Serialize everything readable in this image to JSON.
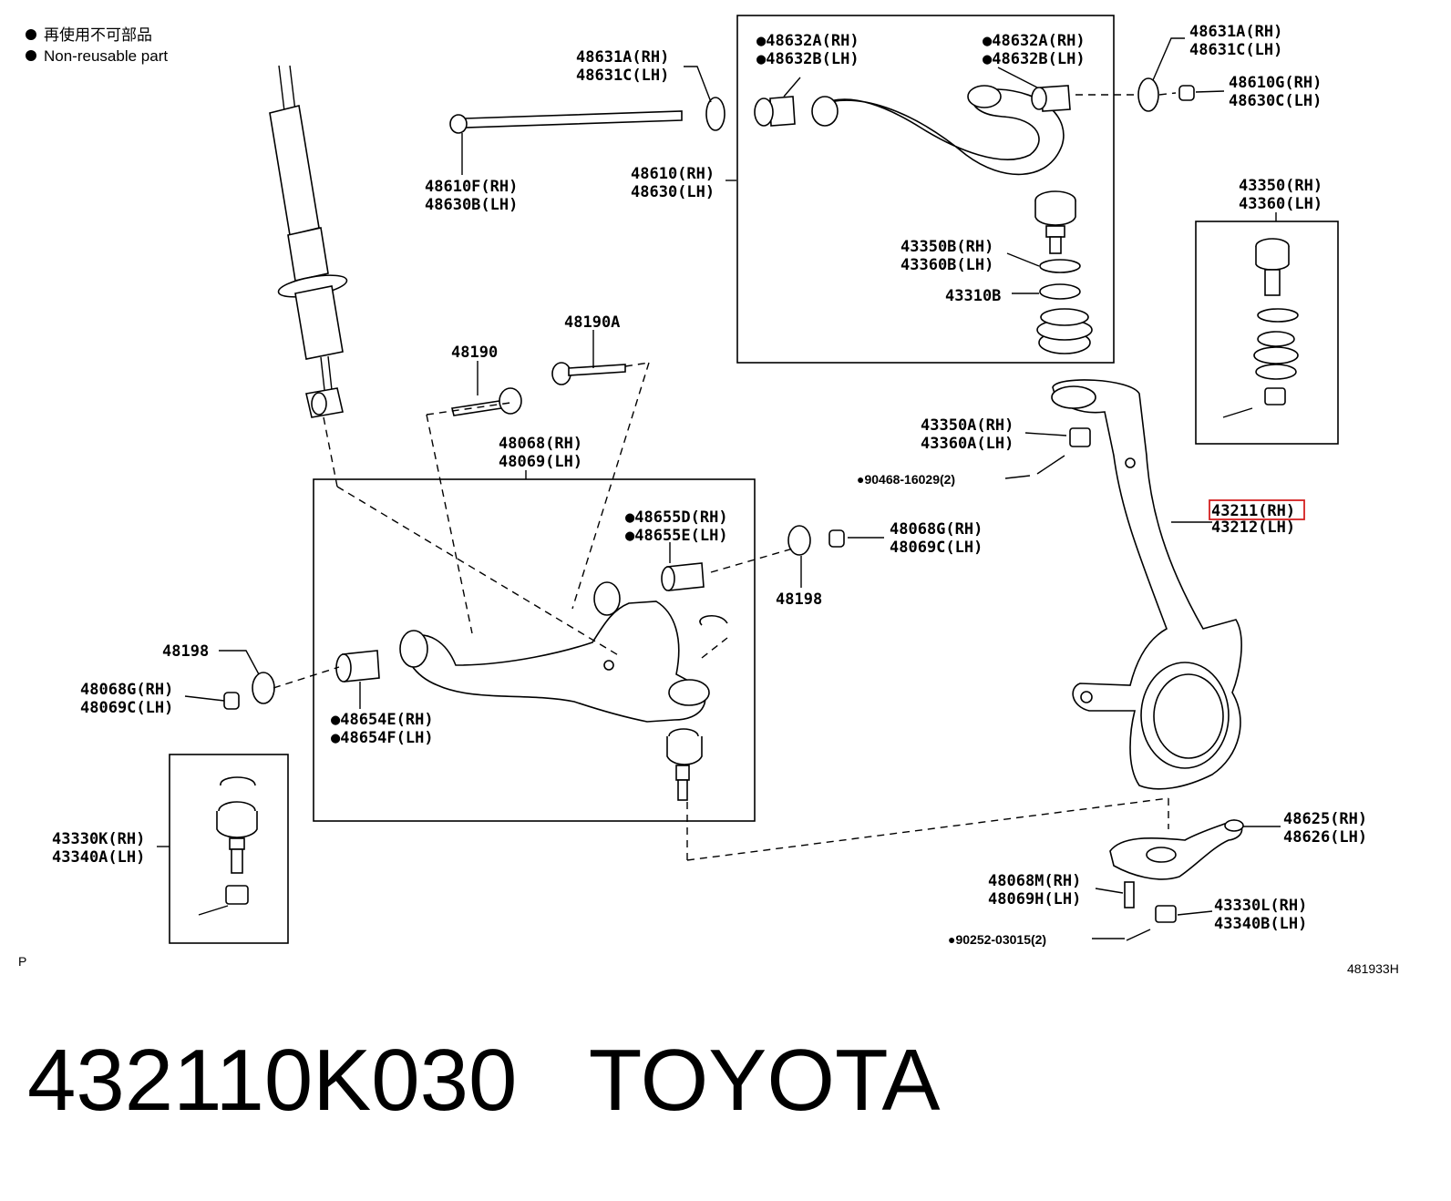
{
  "legend": {
    "line_jp": "再使用不可部品",
    "line_en": "Non-reusable part"
  },
  "corner_left": "P",
  "corner_right": "481933H",
  "highlight_color": "#d42020",
  "labels": {
    "p48631a": "48631A(RH)",
    "p48631c": "48631C(LH)",
    "p48632a_l": "●48632A(RH)",
    "p48632b_l": "●48632B(LH)",
    "p48632a_r": "●48632A(RH)",
    "p48632b_r": "●48632B(LH)",
    "p48631a_r": "48631A(RH)",
    "p48631c_r": "48631C(LH)",
    "p48610g": "48610G(RH)",
    "p48630c": "48630C(LH)",
    "p48610f": "48610F(RH)",
    "p48630b": "48630B(LH)",
    "p48610": "48610(RH)",
    "p48630": "48630(LH)",
    "p43350": "43350(RH)",
    "p43360": "43360(LH)",
    "p43350b": "43350B(RH)",
    "p43360b": "43360B(LH)",
    "p43310b": "43310B",
    "p48190": "48190",
    "p48190a": "48190A",
    "p48068": "48068(RH)",
    "p48069": "48069(LH)",
    "p43350a": "43350A(RH)",
    "p43360a": "43360A(LH)",
    "p90468": "●90468-16029(2)",
    "p48655d": "●48655D(RH)",
    "p48655e": "●48655E(LH)",
    "p48068g_r": "48068G(RH)",
    "p48069c_r": "48069C(LH)",
    "p43211": "43211(RH)",
    "p43212": "43212(LH)",
    "p48198_r": "48198",
    "p48198_l": "48198",
    "p48068g_l": "48068G(RH)",
    "p48069c_l": "48069C(LH)",
    "p48654e": "●48654E(RH)",
    "p48654f": "●48654F(LH)",
    "p43330k": "43330K(RH)",
    "p43340a": "43340A(LH)",
    "p48625": "48625(RH)",
    "p48626": "48626(LH)",
    "p48068m": "48068M(RH)",
    "p48069h": "48069H(LH)",
    "p43330l": "43330L(RH)",
    "p43340b": "43340B(LH)",
    "p90252": "●90252-03015(2)"
  },
  "footer": {
    "part_number": "432110K030",
    "brand": "TOYOTA"
  }
}
